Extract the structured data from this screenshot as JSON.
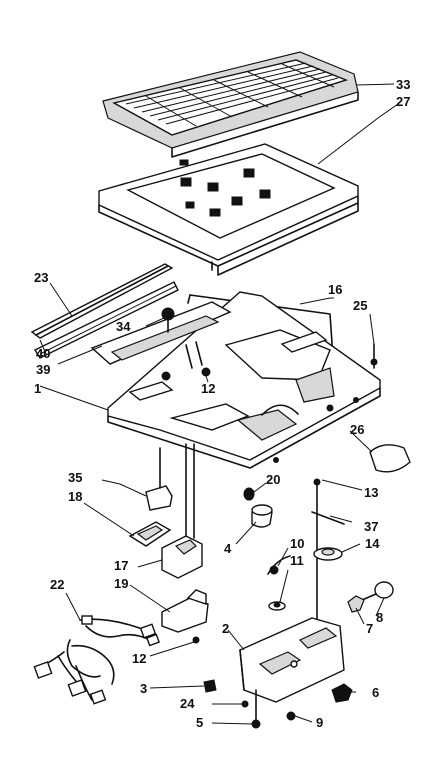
{
  "callouts": {
    "c33": "33",
    "c27": "27",
    "c23": "23",
    "c16": "16",
    "c25": "25",
    "c34": "34",
    "c40": "40",
    "c39": "39",
    "c1": "1",
    "c12a": "12",
    "c26": "26",
    "c35": "35",
    "c18": "18",
    "c20": "20",
    "c13": "13",
    "c37": "37",
    "c4": "4",
    "c10": "10",
    "c11": "11",
    "c14": "14",
    "c17": "17",
    "c19": "19",
    "c22": "22",
    "c8": "8",
    "c7": "7",
    "c2": "2",
    "c12b": "12",
    "c3": "3",
    "c24": "24",
    "c6": "6",
    "c5": "5",
    "c9": "9"
  }
}
